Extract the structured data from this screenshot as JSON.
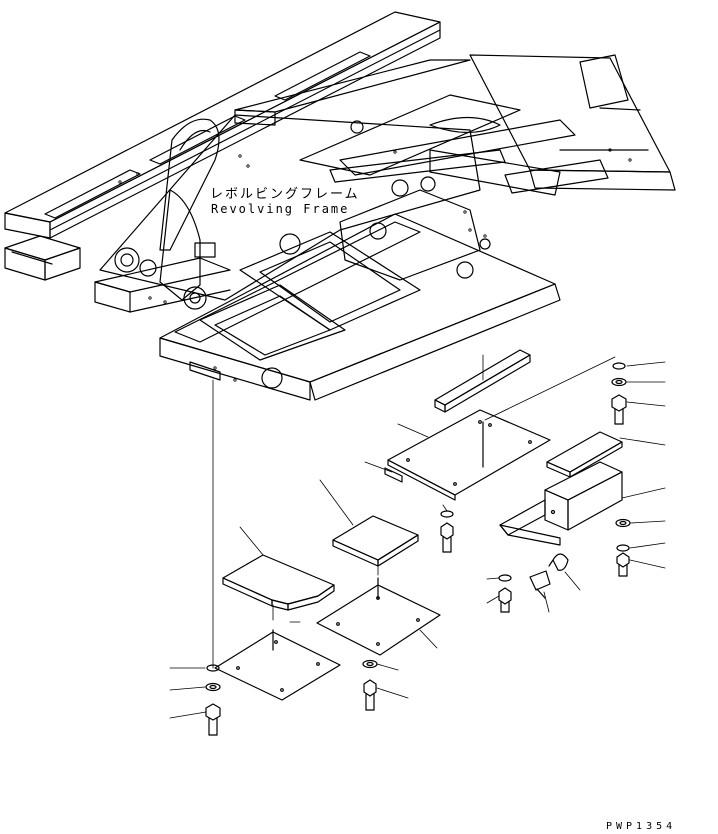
{
  "diagram": {
    "frame_label_jp": "レボルビングフレーム",
    "frame_label_en": "Revolving Frame",
    "drawing_code": "PWP1354"
  }
}
